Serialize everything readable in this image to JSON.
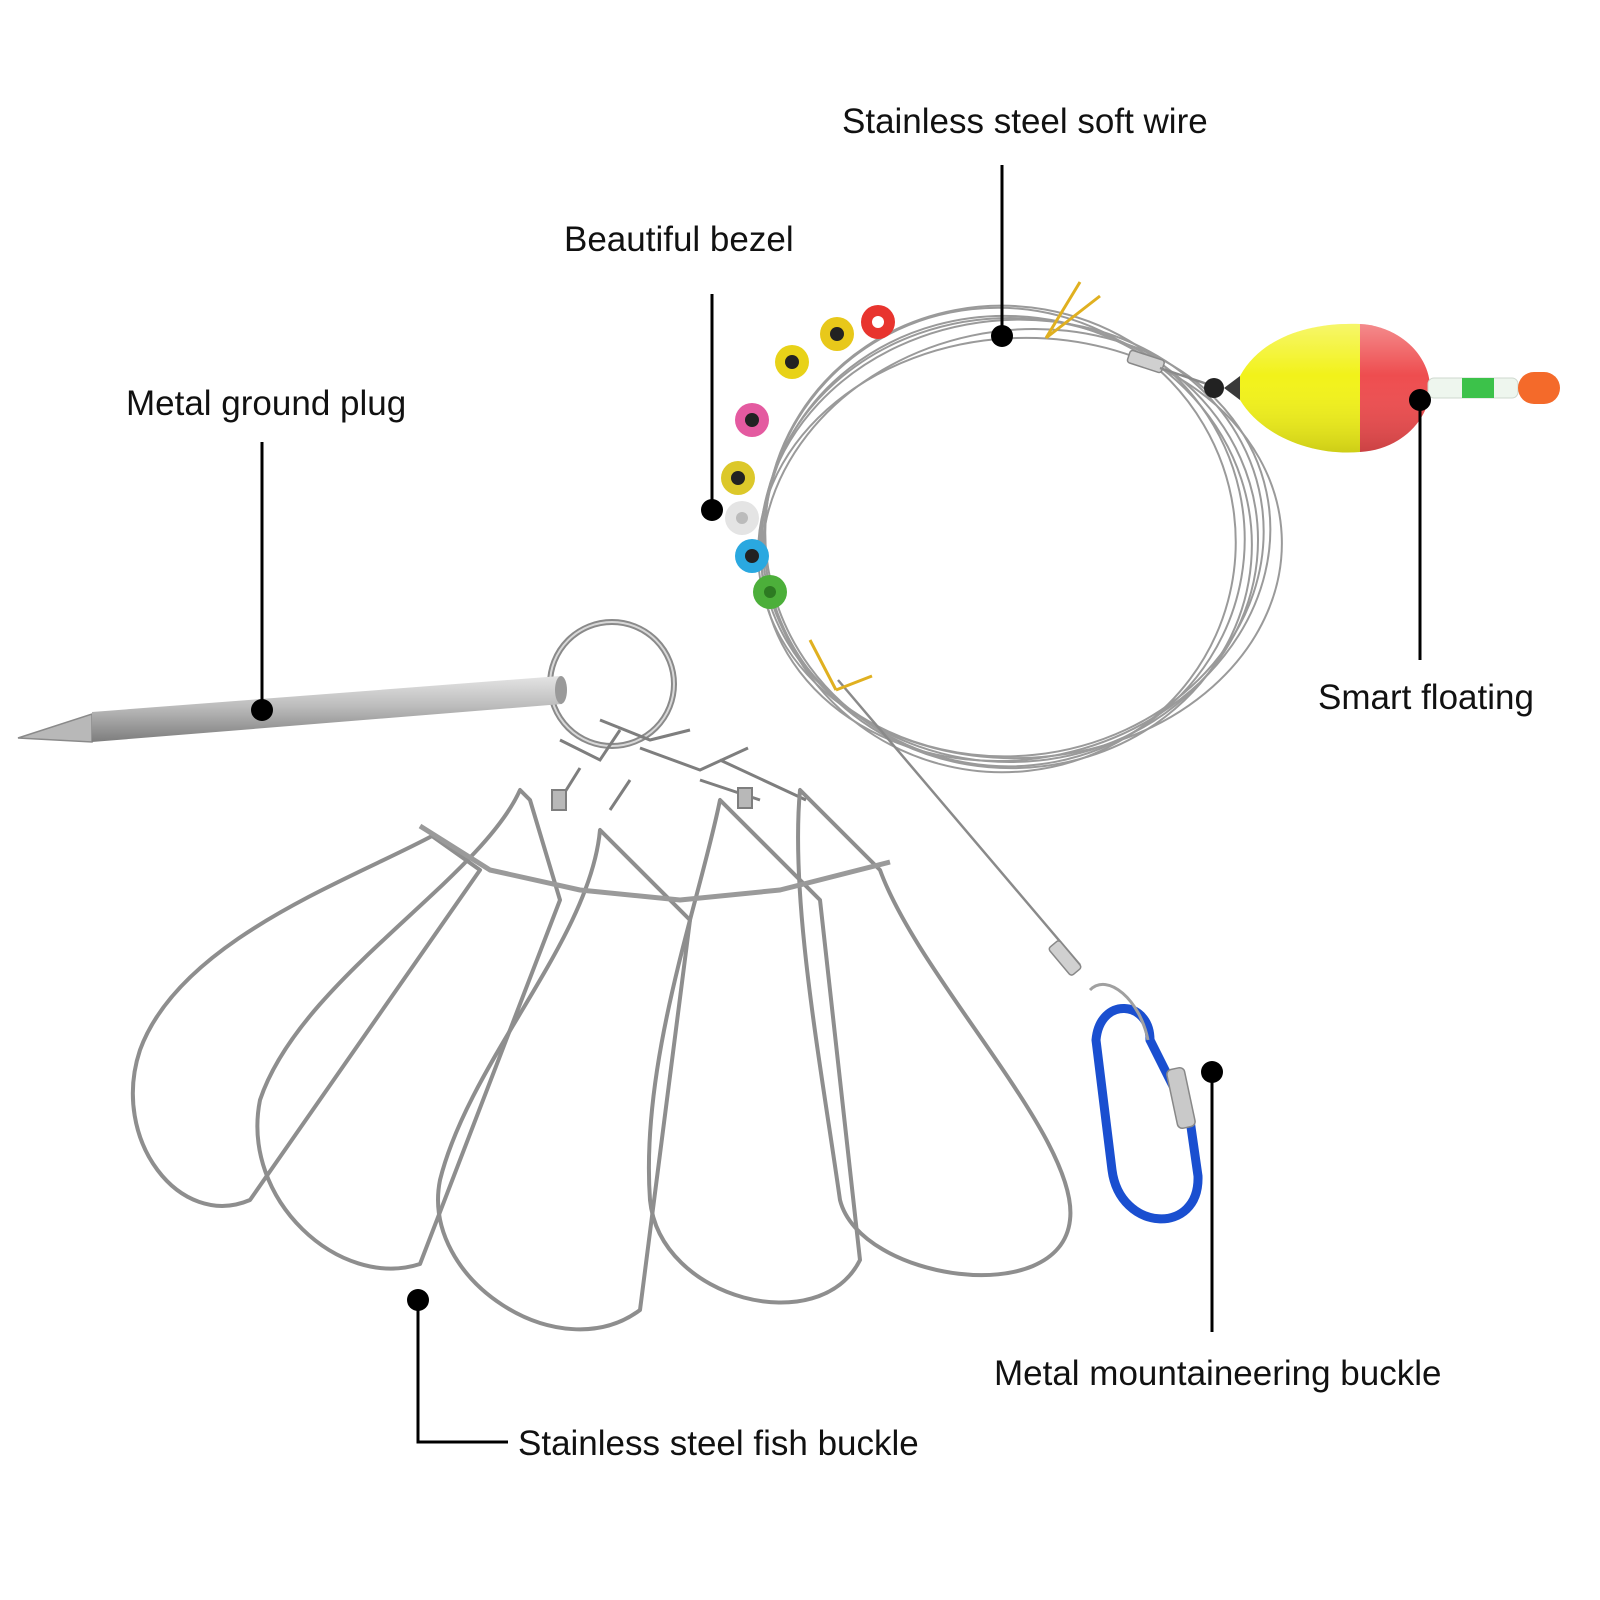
{
  "labels": {
    "soft_wire": "Stainless steel soft wire",
    "bezel": "Beautiful bezel",
    "ground_plug": "Metal ground plug",
    "smart_floating": "Smart floating",
    "mountaineering_buckle": "Metal mountaineering buckle",
    "fish_buckle": "Stainless steel fish buckle"
  },
  "colors": {
    "label_text": "#111111",
    "leader_line": "#000000",
    "steel": "#a8a8a8",
    "float_yellow": "#f2f21a",
    "float_red": "#ee4d4f",
    "carabiner_blue": "#1a4fd0",
    "bead_colors": [
      "#e8342e",
      "#e8c81a",
      "#e8d218",
      "#e45aa0",
      "#dcc82a",
      "#e4e4e4",
      "#2aa8e0",
      "#4caf3a"
    ]
  },
  "icons": [
    "ground-plug",
    "key-ring",
    "snaps",
    "fish-buckle-stringer",
    "wire-coil",
    "beads",
    "float",
    "cable-crimp",
    "carabiner"
  ]
}
